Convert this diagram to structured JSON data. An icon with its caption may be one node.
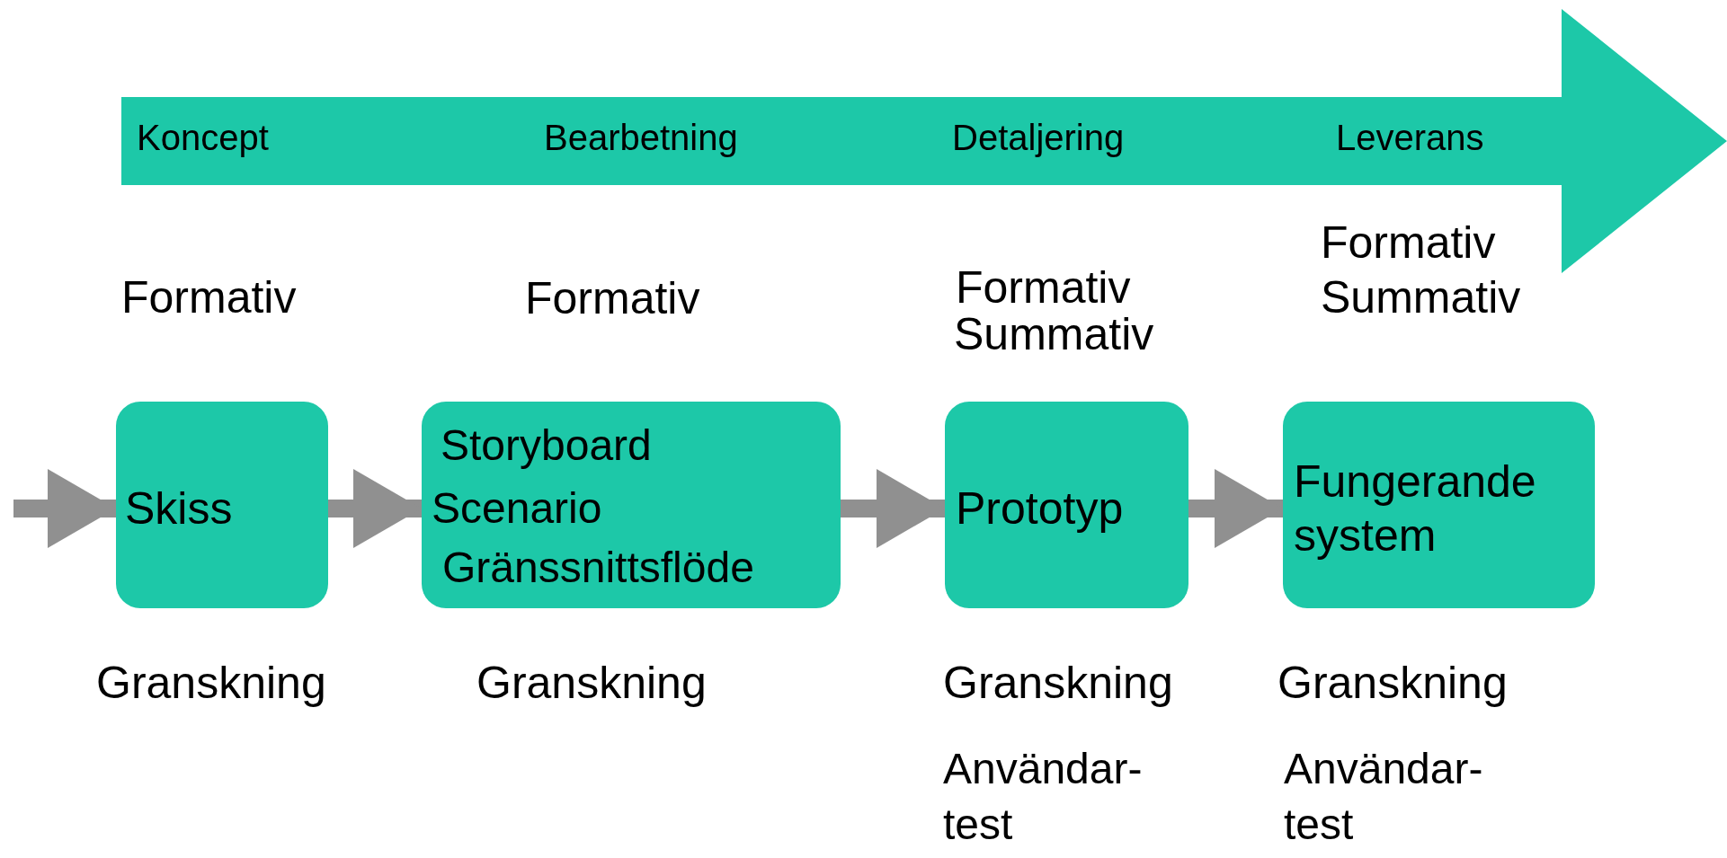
{
  "diagram": {
    "nodes": [
      {
        "text": [
          "Koncept",
          "Bearbetning",
          "Detaljering",
          "Leverans"
        ]
      },
      {
        "text": [
          "Skiss"
        ]
      },
      {
        "text": [
          "Storyboard",
          "Scenario",
          "Gränssnittsflöde"
        ]
      },
      {
        "text": [
          "Prototyp"
        ]
      },
      {
        "text": [
          "Fungerande system"
        ]
      }
    ],
    "edges": [
      {
        "from": null,
        "to": 1,
        "arrow": "to"
      },
      {
        "from": 1,
        "to": 2,
        "arrow": "to"
      },
      {
        "from": 2,
        "to": 3,
        "arrow": "to"
      },
      {
        "from": 3,
        "to": 4,
        "arrow": "to"
      }
    ],
    "labels": [
      "Formativ",
      "Formativ",
      "Formativ",
      "Summativ",
      "Formativ",
      "Summativ",
      "Granskning",
      "Granskning",
      "Granskning",
      "Granskning",
      "Användar- test",
      "Användar- test"
    ]
  }
}
